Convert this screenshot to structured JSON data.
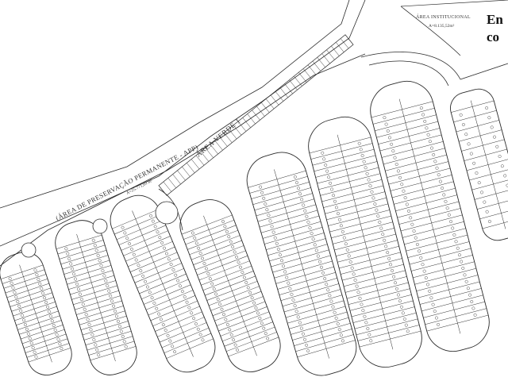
{
  "labels": {
    "app_title": "(ÁREA DE PRESERVAÇÃO PERMANENTE - APP)",
    "app_area": "A=25.771,69 m²",
    "area_verde": "ÁREA VERDE 1",
    "inst_title": "ÁREA INSTITUCIONAL",
    "inst_area": "A=8.135,52m²"
  },
  "corner_text": {
    "line1": "En",
    "line2": "co"
  },
  "colors": {
    "line": "#2b2b2b",
    "paper": "#ffffff",
    "text": "#333333",
    "corner_text": "#111111"
  }
}
